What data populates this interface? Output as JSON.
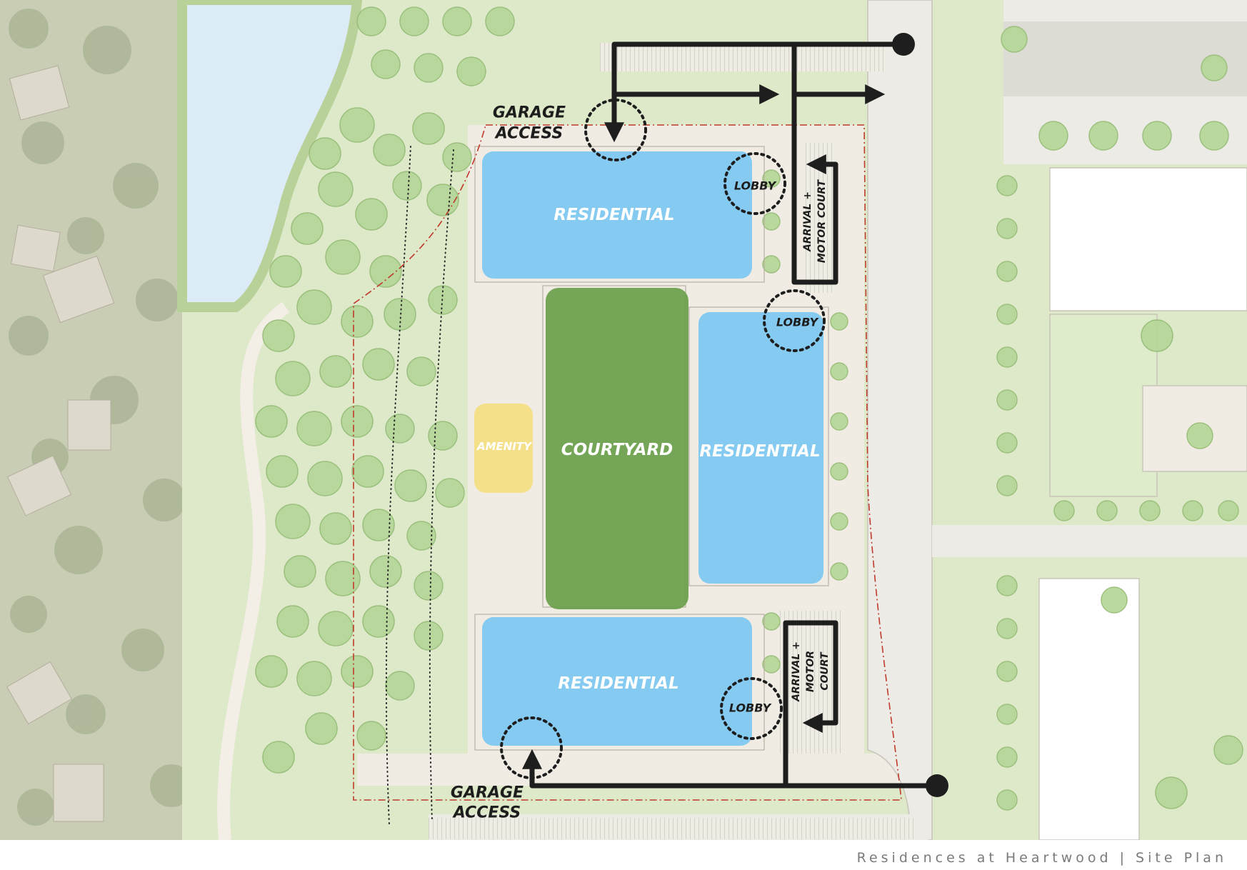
{
  "map": {
    "buildings": {
      "north_label": "RESIDENTIAL",
      "east_label": "RESIDENTIAL",
      "south_label": "RESIDENTIAL",
      "courtyard_label": "COURTYARD",
      "amenity_label": "AMENITY"
    },
    "access": {
      "north_garage": [
        "GARAGE",
        "ACCESS"
      ],
      "south_garage": [
        "GARAGE",
        "ACCESS"
      ],
      "north_motor_court": [
        "ARRIVAL +",
        "MOTOR COURT"
      ],
      "south_motor_court": [
        "ARRIVAL +",
        "MOTOR",
        "COURT"
      ]
    },
    "lobbies": [
      "LOBBY",
      "LOBBY",
      "LOBBY"
    ],
    "colors": {
      "residential": "#7ec8f0",
      "courtyard": "#6a9e4a",
      "amenity": "#f5e08a",
      "lake": "#dcecf7",
      "park": "#d7e9c1",
      "tree": "#b7d79a",
      "route": "#1e1e1e",
      "property_line": "#c0392b"
    }
  },
  "footer": {
    "caption": "Residences at Heartwood | Site Plan"
  }
}
